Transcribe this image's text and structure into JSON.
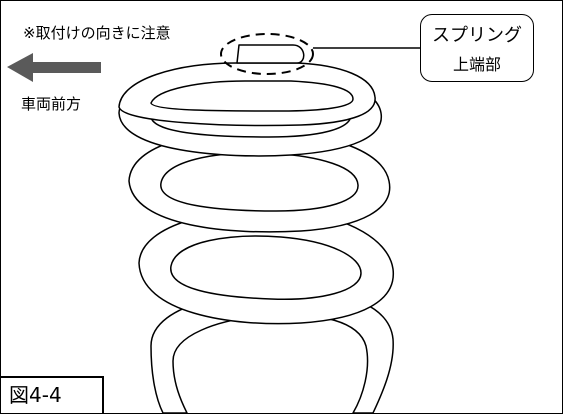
{
  "diagram": {
    "caution_note": "※取付けの向きに注意",
    "front_direction_label": "車両前方",
    "callout": {
      "line1": "スプリング",
      "line2": "上端部"
    },
    "figure_label": "図4-4",
    "colors": {
      "line": "#000000",
      "arrow": "#5a5a5a",
      "background": "#ffffff"
    },
    "icons": {
      "front_arrow": "left-arrow-icon"
    }
  }
}
